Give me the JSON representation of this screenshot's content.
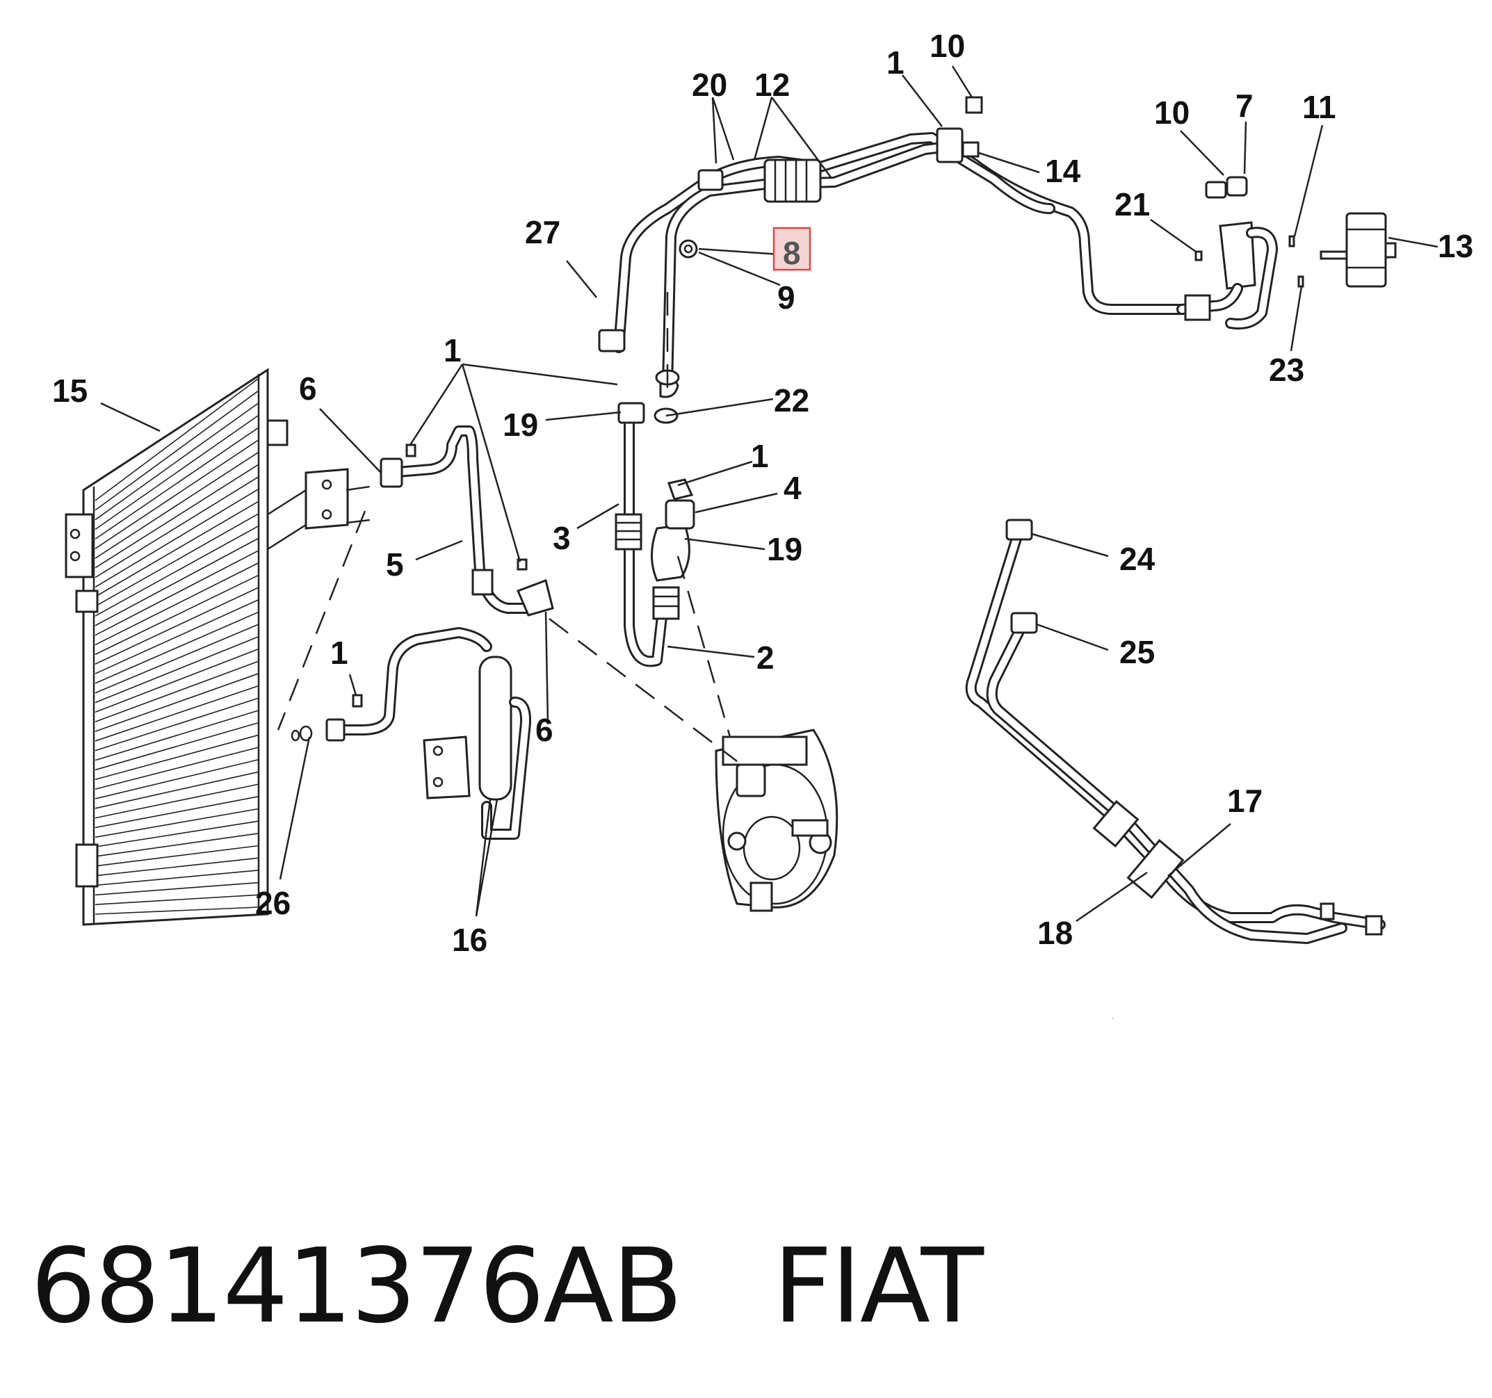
{
  "diagram": {
    "callouts": [
      {
        "id": "c1a",
        "label": "1"
      },
      {
        "id": "c10a",
        "label": "10"
      },
      {
        "id": "c20",
        "label": "20"
      },
      {
        "id": "c12",
        "label": "12"
      },
      {
        "id": "c10b",
        "label": "10"
      },
      {
        "id": "c7",
        "label": "7"
      },
      {
        "id": "c11",
        "label": "11"
      },
      {
        "id": "c14",
        "label": "14"
      },
      {
        "id": "c21",
        "label": "21"
      },
      {
        "id": "c13",
        "label": "13"
      },
      {
        "id": "c27",
        "label": "27"
      },
      {
        "id": "c8",
        "label": "8",
        "highlighted": true
      },
      {
        "id": "c9",
        "label": "9"
      },
      {
        "id": "c23",
        "label": "23"
      },
      {
        "id": "c15",
        "label": "15"
      },
      {
        "id": "c6a",
        "label": "6"
      },
      {
        "id": "c1b",
        "label": "1"
      },
      {
        "id": "c19a",
        "label": "19"
      },
      {
        "id": "c22",
        "label": "22"
      },
      {
        "id": "c1c",
        "label": "1"
      },
      {
        "id": "c4",
        "label": "4"
      },
      {
        "id": "c3",
        "label": "3"
      },
      {
        "id": "c19b",
        "label": "19"
      },
      {
        "id": "c5",
        "label": "5"
      },
      {
        "id": "c24",
        "label": "24"
      },
      {
        "id": "c25",
        "label": "25"
      },
      {
        "id": "c2",
        "label": "2"
      },
      {
        "id": "c1d",
        "label": "1"
      },
      {
        "id": "c6b",
        "label": "6"
      },
      {
        "id": "c17",
        "label": "17"
      },
      {
        "id": "c26",
        "label": "26"
      },
      {
        "id": "c16",
        "label": "16"
      },
      {
        "id": "c18",
        "label": "18"
      }
    ]
  },
  "footer": {
    "part_number": "68141376AB",
    "brand": "FIAT"
  },
  "colors": {
    "line": "#222222",
    "highlight_fill": "#f6d3d3",
    "highlight_border": "#d14b4b",
    "background": "#ffffff"
  }
}
